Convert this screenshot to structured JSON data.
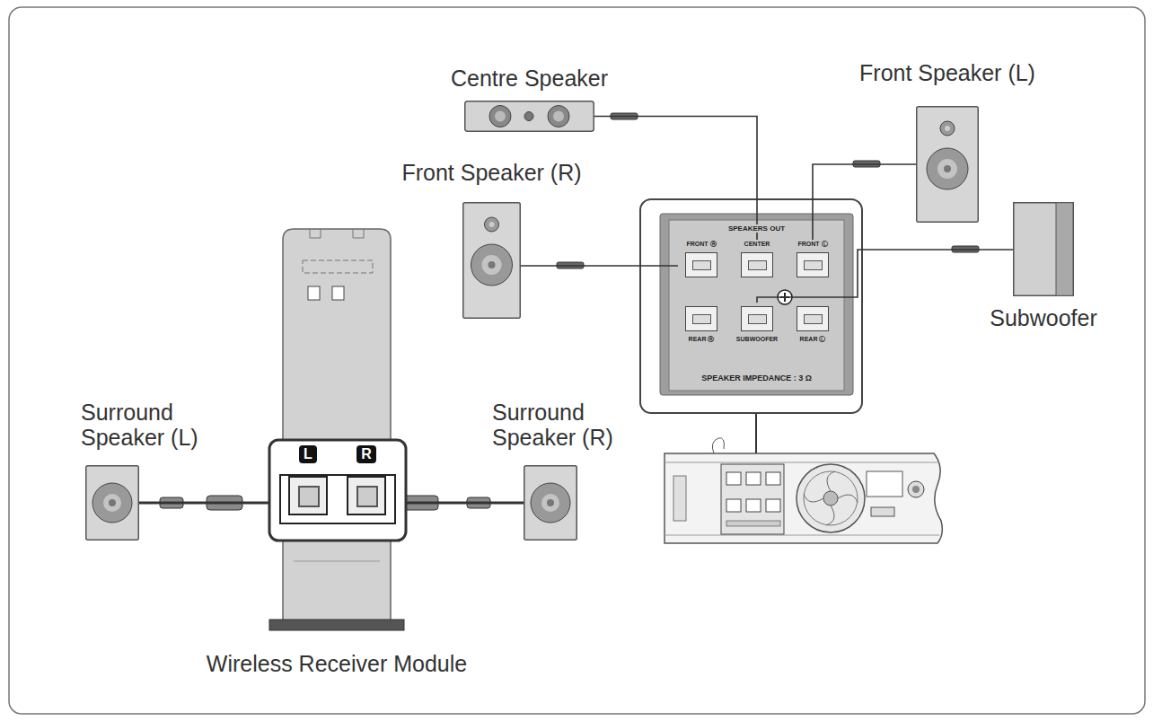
{
  "diagram": {
    "nodes": [
      {
        "text": [
          "Centre Speaker"
        ]
      },
      {
        "text": [
          "Front Speaker (L)"
        ]
      },
      {
        "text": [
          "Front Speaker (R)"
        ]
      },
      {
        "text": [
          "SPEAKERS OUT",
          "SPEAKER IMPEDANCE : 3 Ω"
        ]
      },
      {
        "text": [
          "FRONT Ⓡ"
        ],
        "in": 3
      },
      {
        "text": [
          "CENTER"
        ],
        "in": 3
      },
      {
        "text": [
          "FRONT Ⓛ"
        ],
        "in": 3
      },
      {
        "text": [
          "REAR Ⓡ"
        ],
        "in": 3
      },
      {
        "text": [
          "SUBWOOFER"
        ],
        "in": 3
      },
      {
        "text": [
          "REAR Ⓛ"
        ],
        "in": 3
      },
      {
        "text": [
          "Subwoofer"
        ]
      },
      {
        "text": [
          "Surround Speaker (L)"
        ]
      },
      {
        "text": [
          "Wireless Receiver Module"
        ]
      },
      {
        "text": [
          "L"
        ],
        "in": 12
      },
      {
        "text": [
          "R"
        ],
        "in": 12
      },
      {
        "text": [
          "Surround Speaker (R)"
        ]
      }
    ],
    "edges": [
      {
        "from": 0,
        "to": 5,
        "arrow": "none"
      },
      {
        "from": 1,
        "to": 6,
        "arrow": "none"
      },
      {
        "from": 2,
        "to": 4,
        "arrow": "none"
      },
      {
        "from": 10,
        "to": 8,
        "arrow": "none"
      },
      {
        "from": 11,
        "to": 13,
        "arrow": "none"
      },
      {
        "from": 15,
        "to": 14,
        "arrow": "none"
      }
    ]
  }
}
